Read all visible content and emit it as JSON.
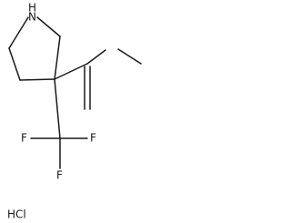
{
  "molecule": {
    "atoms": {
      "nh": "H",
      "nn": "N",
      "f_left": "F",
      "f_mid": "F",
      "f_right": "F"
    },
    "salt": "HCl"
  }
}
